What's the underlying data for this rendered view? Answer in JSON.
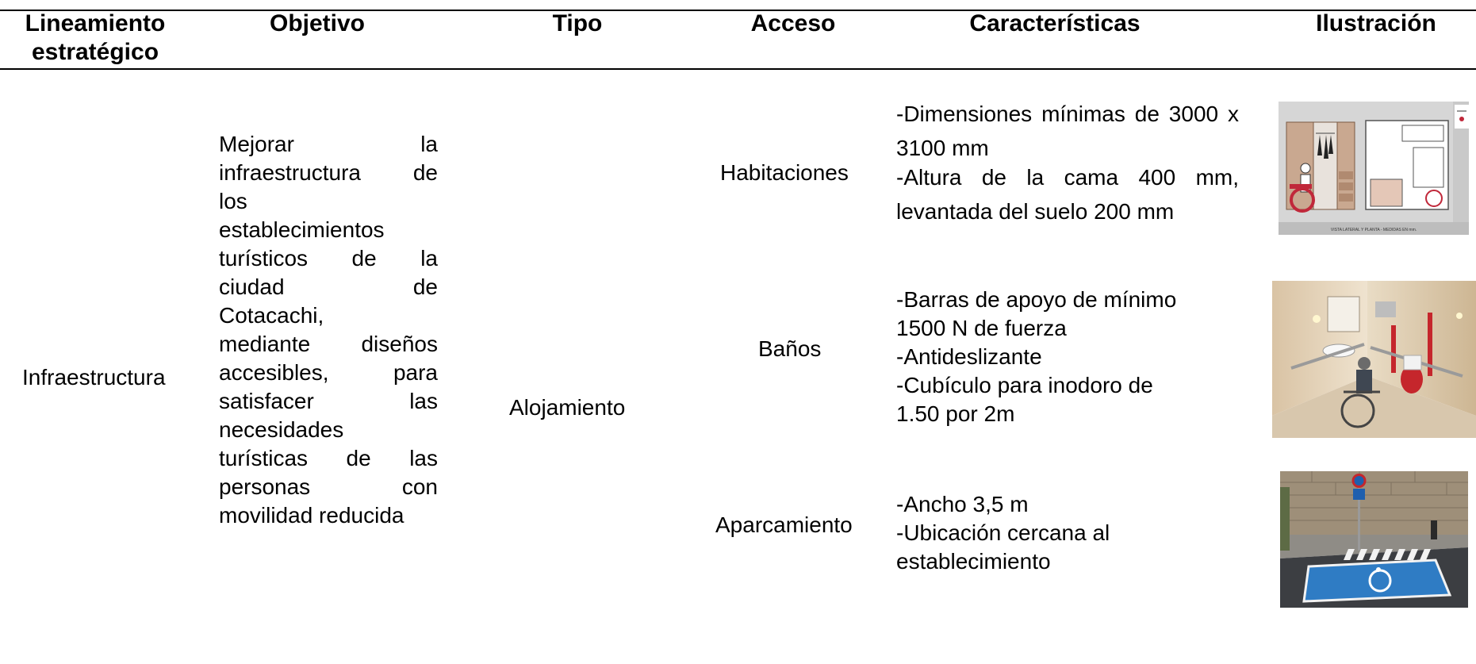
{
  "table": {
    "headers": {
      "lineamiento": "Lineamiento estratégico",
      "objetivo": "Objetivo",
      "tipo": "Tipo",
      "acceso": "Acceso",
      "caracteristicas": "Características",
      "ilustracion": "Ilustración"
    },
    "row": {
      "lineamiento": "Infraestructura",
      "objetivo_lines": [
        "Mejorar la",
        "infraestructura de",
        "los",
        "establecimientos",
        "turísticos de la",
        "ciudad de",
        "Cotacachi,",
        "mediante diseños",
        "accesibles, para",
        "satisfacer las",
        "necesidades",
        "turísticas de las",
        "personas con",
        "movilidad reducida"
      ],
      "tipo": "Alojamiento",
      "accesos": [
        {
          "acceso": "Habitaciones",
          "caracteristicas": [
            "-Dimensiones mínimas de 3000 x 3100 mm",
            "-Altura de la cama 400 mm, levantada del suelo 200 mm"
          ],
          "ilustracion_caption": "VISTA LATERAL Y PLANTA - MEDIDAS EN mm."
        },
        {
          "acceso": "Baños",
          "caracteristicas": [
            "-Barras de apoyo de mínimo",
            "1500 N de fuerza",
            "-Antideslizante",
            "-Cubículo para inodoro de",
            "1.50 por 2m"
          ]
        },
        {
          "acceso": "Aparcamiento",
          "caracteristicas": [
            "-Ancho 3,5 m",
            "-Ubicación cercana al",
            "establecimiento"
          ]
        }
      ]
    }
  }
}
